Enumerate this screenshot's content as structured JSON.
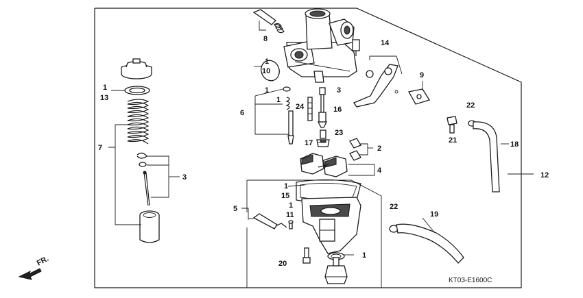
{
  "diagram": {
    "diagram_code": "KT03-E1600C",
    "direction_label": "FR.",
    "callouts": {
      "c1a": "1",
      "c10": "10",
      "c8": "8",
      "c1b": "1",
      "c13": "13",
      "c7": "7",
      "c3a": "3",
      "c1c": "1",
      "c1d": "1",
      "c6": "6",
      "c24": "24",
      "c3b": "3",
      "c16": "16",
      "c23": "23",
      "c17": "17",
      "c14": "14",
      "c9": "9",
      "c22a": "22",
      "c21": "21",
      "c18": "18",
      "c12": "12",
      "c2": "2",
      "c4": "4",
      "c1e": "1",
      "c15": "15",
      "c5": "5",
      "c1f": "1",
      "c11": "11",
      "c22b": "22",
      "c19": "19",
      "c1g": "1",
      "c20": "20"
    }
  }
}
